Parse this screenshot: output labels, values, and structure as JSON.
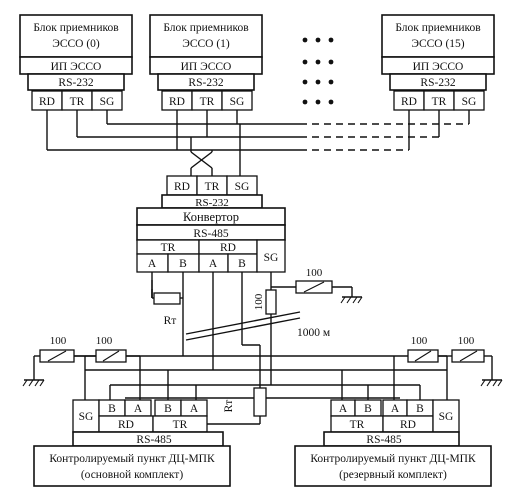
{
  "receiver_blocks": [
    {
      "title_line1": "Блок приемников",
      "title_line2": "ЭССО (0)",
      "ip_label": "ИП ЭССО",
      "interface": "RS-232",
      "pins": [
        "RD",
        "TR",
        "SG"
      ]
    },
    {
      "title_line1": "Блок приемников",
      "title_line2": "ЭССО (1)",
      "ip_label": "ИП ЭССО",
      "interface": "RS-232",
      "pins": [
        "RD",
        "TR",
        "SG"
      ]
    },
    {
      "title_line1": "Блок приемников",
      "title_line2": "ЭССО (15)",
      "ip_label": "ИП ЭССО",
      "interface": "RS-232",
      "pins": [
        "RD",
        "TR",
        "SG"
      ]
    }
  ],
  "converter": {
    "pins_232": [
      "RD",
      "TR",
      "SG"
    ],
    "interface_232": "RS-232",
    "name": "Конвертор",
    "interface_485": "RS-485",
    "group_tr": "TR",
    "group_rd": "RD",
    "pins_485": [
      "A",
      "B",
      "A",
      "B"
    ],
    "sg": "SG"
  },
  "line": {
    "termination_resistor": "Rт",
    "resistor_100": "100",
    "distance": "1000 м"
  },
  "points": [
    {
      "sg": "SG",
      "pins": [
        "B",
        "A",
        "B",
        "A"
      ],
      "group_left": "RD",
      "group_right": "TR",
      "interface": "RS-485",
      "title_line1": "Контролируемый пункт ДЦ-МПК",
      "title_line2": "(основной комплект)"
    },
    {
      "sg": "SG",
      "pins": [
        "A",
        "B",
        "A",
        "B"
      ],
      "group_left": "TR",
      "group_right": "RD",
      "interface": "RS-485",
      "title_line1": "Контролируемый пункт ДЦ-МПК",
      "title_line2": "(резервный комплект)"
    }
  ]
}
